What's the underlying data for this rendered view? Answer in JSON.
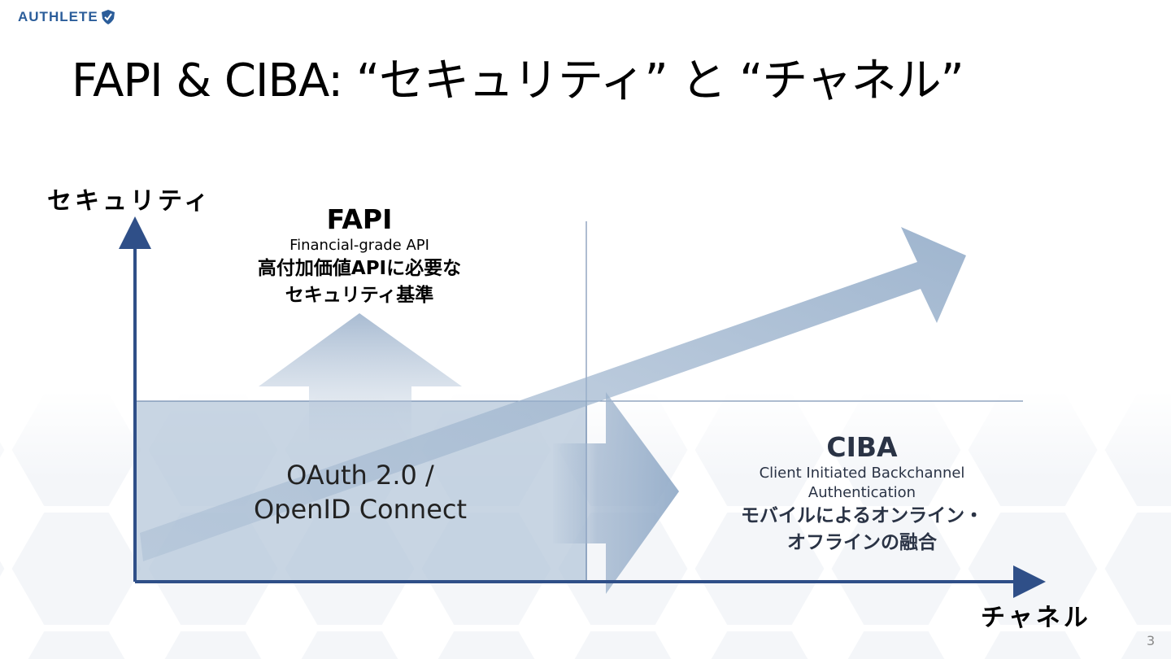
{
  "logo": {
    "text": "AUTHLETE",
    "icon": "shield-icon"
  },
  "title": "FAPI & CIBA: “セキュリティ” と “チャネル”",
  "axes": {
    "y_label": "セキュリティ",
    "x_label": "チャネル"
  },
  "fapi": {
    "name": "FAPI",
    "full_name": "Financial-grade API",
    "description_line1": "高付加価値APIに必要な",
    "description_line2": "セキュリティ基準"
  },
  "oauth": {
    "line1": "OAuth 2.0 /",
    "line2": "OpenID Connect"
  },
  "ciba": {
    "name": "CIBA",
    "full_name_line1": "Client Initiated Backchannel",
    "full_name_line2": "Authentication",
    "description_line1": "モバイルによるオンライン・",
    "description_line2": "オフラインの融合"
  },
  "page_number": "3",
  "colors": {
    "brand": "#2b5d9a",
    "axis": "#2f4f88",
    "arrow": "#8fa9c7",
    "base_area": "#b4c5d9"
  }
}
